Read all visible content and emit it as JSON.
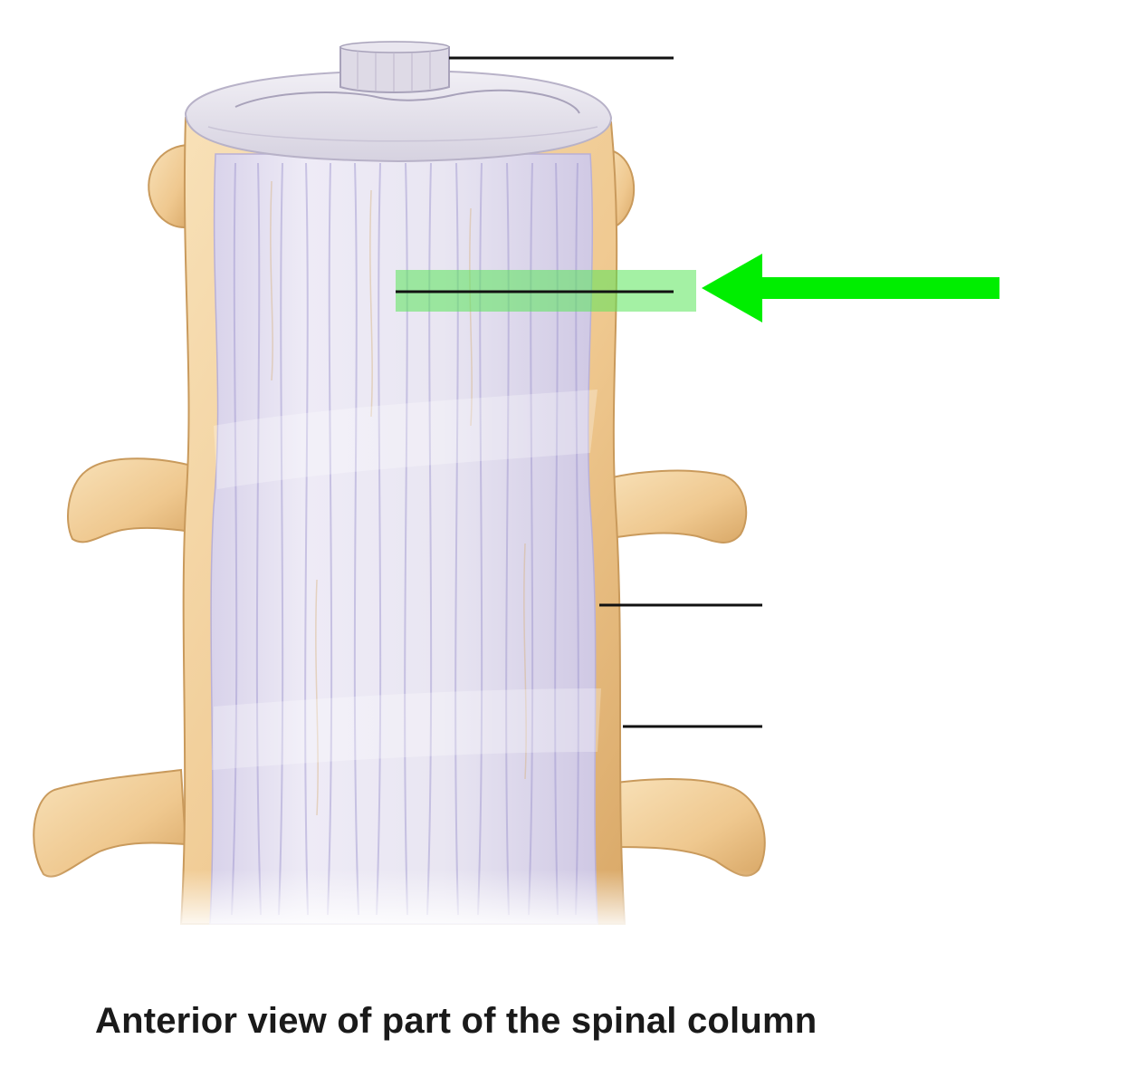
{
  "caption": "Anterior view of part of the spinal column",
  "colors": {
    "bone": "#f2d2a0",
    "bone_shadow": "#d9a867",
    "ligament": "#e4e0f0",
    "ligament_fiber": "#9a90cc",
    "disc": "#dcd8e6",
    "highlight": "#00ee00",
    "leader_line": "#111111"
  },
  "labels": [
    {
      "name": "label-blank-top",
      "text": ""
    },
    {
      "name": "label-blank-highlighted",
      "text": "",
      "highlighted": true
    },
    {
      "name": "label-blank-middle-right",
      "text": ""
    },
    {
      "name": "label-blank-lower-right",
      "text": ""
    }
  ],
  "icons": {
    "highlight_arrow": "arrow-left-icon"
  }
}
